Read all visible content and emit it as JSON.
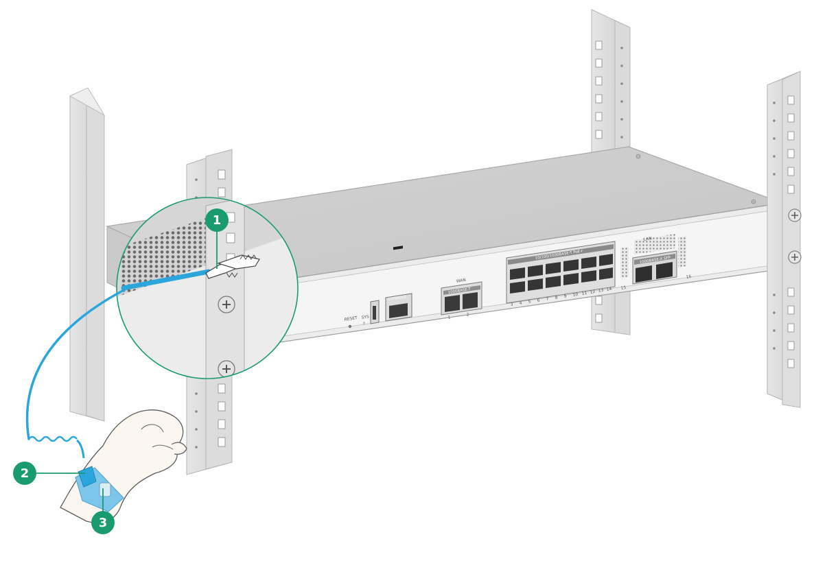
{
  "device": {
    "reset_label": "RESET",
    "sys_label": "SYS",
    "console_label": "CONSOLE",
    "wan_label": "WAN",
    "wan_ports_label": "1000BASE-T",
    "wan_port_1": "1",
    "wan_port_2": "2",
    "lan_label": "LAN",
    "poe_label": "10/100/1000BASE-T PoE+",
    "sfp_label": "1000BASE-X SFP",
    "sfp_left_num": "15",
    "sfp_right_num": "16",
    "port_numbers": [
      "3",
      "4",
      "5",
      "6",
      "7",
      "8",
      "9",
      "10",
      "11",
      "12",
      "13",
      "14"
    ]
  },
  "callouts": [
    {
      "number": "1"
    },
    {
      "number": "2"
    },
    {
      "number": "3"
    }
  ],
  "colors": {
    "callout_green": "#1a9b6f",
    "strap_blue": "#2aa6dc",
    "band_blue": "#7cc6ec",
    "rack_gray": "#d6d6d6",
    "chassis_gray": "#cfcfcf"
  }
}
